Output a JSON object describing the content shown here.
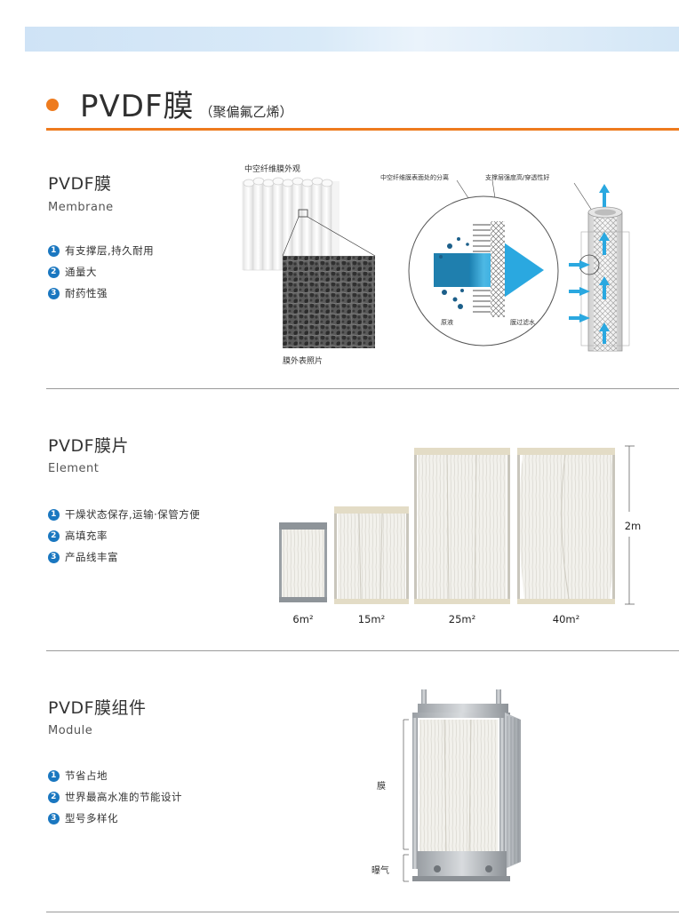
{
  "header": {
    "title": "PVDF膜",
    "subtitle": "（聚偏氟乙烯）"
  },
  "membrane": {
    "title": "PVDF膜",
    "subtitle_en": "Membrane",
    "features": [
      {
        "num": "1",
        "text": "有支撑层,持久耐用"
      },
      {
        "num": "2",
        "text": "通量大"
      },
      {
        "num": "3",
        "text": "耐药性强"
      }
    ],
    "fiber_caption": "中空纤维膜外观",
    "surface_caption": "膜外表照片",
    "diagram_labels": {
      "separation": "中空纤维膜表面处的分离",
      "support": "支撑层强度高/穿透性好",
      "raw": "原液",
      "filtered": "膜过滤水"
    }
  },
  "element": {
    "title": "PVDF膜片",
    "subtitle_en": "Element",
    "features": [
      {
        "num": "1",
        "text": "干燥状态保存,运输·保管方便"
      },
      {
        "num": "2",
        "text": "高填充率"
      },
      {
        "num": "3",
        "text": "产品线丰富"
      }
    ],
    "sizes": [
      "6m²",
      "15m²",
      "25m²",
      "40m²"
    ],
    "height_label": "2m"
  },
  "module": {
    "title": "PVDF膜组件",
    "subtitle_en": "Module",
    "features": [
      {
        "num": "1",
        "text": "节省占地"
      },
      {
        "num": "2",
        "text": "世界最高水准的节能设计"
      },
      {
        "num": "3",
        "text": "型号多样化"
      }
    ],
    "labels": {
      "membrane": "膜",
      "aeration": "曝气"
    }
  },
  "colors": {
    "accent": "#ee7b1e",
    "blue": "#1a77c0",
    "arrow_blue": "#2aa8e0"
  }
}
